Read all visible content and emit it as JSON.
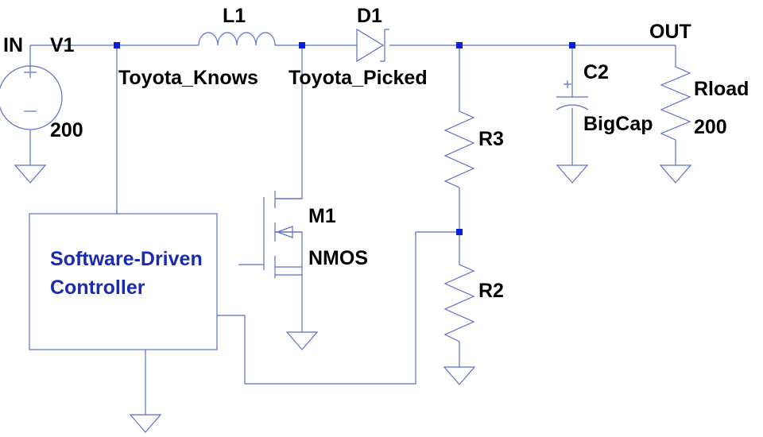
{
  "labels": {
    "in": "IN",
    "v1": "V1",
    "v1_value": "200",
    "l1": "L1",
    "d1": "D1",
    "out": "OUT",
    "net_toyota_knows": "Toyota_Knows",
    "net_toyota_picked": "Toyota_Picked",
    "c2": "C2",
    "c2_value": "BigCap",
    "rload": "Rload",
    "rload_value": "200",
    "r3": "R3",
    "r2": "R2",
    "m1": "M1",
    "m1_type": "NMOS",
    "controller_line1": "Software-Driven",
    "controller_line2": "Controller"
  },
  "colors": {
    "wire": "#5b6ec8",
    "node": "#0a1fd6",
    "label": "#000000",
    "controller_text": "#1a2bb0"
  }
}
